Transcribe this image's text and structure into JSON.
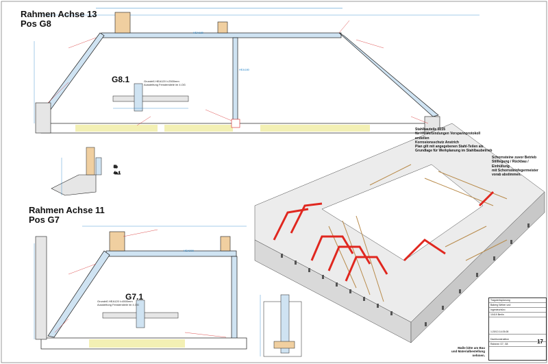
{
  "sheet": {
    "title_top_line1": "Rahmen Achse 13",
    "title_top_line2": "Pos G8",
    "title_bottom_line1": "Rahmen Achse 11",
    "title_bottom_line2": "Pos G7",
    "detail_top": "G8.1",
    "detail_bottom": "G7.1",
    "detail_top_note_line1": "Grundriß HEA120 l=2500mm",
    "detail_top_note_line2": "Aussteifung Fensterstiele im 4.OG",
    "detail_bottom_note_line1": "Grundriß HEA120 l=4500mm",
    "detail_bottom_note_line2": "Aussteifung Fensterstiele im 4.OG",
    "beam_top": "HEA180",
    "beam_bottom": "HEA200",
    "column_label": "HEA180"
  },
  "notes": {
    "n1_lines": [
      "Stahlbauteile S235",
      "für HV-Verbindungen Vorspannprotokoll",
      "erstellen",
      "Korrosionsschutz Anstrich",
      "Plan gilt mit angegebenen Stahl-Teilen als",
      "Grundlage für Werkplanung im Stahlbaubetrieb"
    ],
    "n2_lines": [
      "Schornsteine zuvor Betrieb",
      "Stilllegung / Rückbau / Einhüllung",
      "mit Schornsteinfegermeister",
      "vorab abstimmen."
    ]
  },
  "titleblock": {
    "row1": "Tragwerksplanung",
    "row2": "Baberg Weber und",
    "row3": "Ingenieurbüro",
    "row4": "10419 Berlin",
    "row5": "1:20/13 14.05.08",
    "sheet_number": "17",
    "row6": "Dachkonstruktion",
    "row7": "Rahmen G7, G8"
  },
  "stamp": {
    "line1": "Maße bitte am Bau",
    "line2": "und Materialbestellung",
    "line3": "nehmen."
  },
  "colors": {
    "line": "#1a1a1a",
    "beam_fill": "#cfe3f2",
    "dim": "#1d7fc6",
    "red": "#d62020",
    "sand": "#f3f0b4",
    "wall": "#e6e6e6",
    "model_red": "#e0271f",
    "wood": "#f0cfa0"
  }
}
